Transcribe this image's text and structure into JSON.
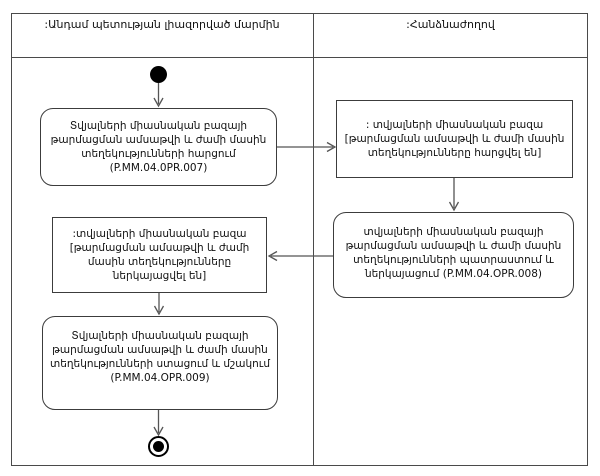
{
  "diagram": {
    "type": "uml-activity-diagram",
    "title": "",
    "swimlanes": [
      {
        "id": "lane-left",
        "label": ":Անդամ պետության լիազորված մարմին"
      },
      {
        "id": "lane-right",
        "label": ":Հանձնաժողով"
      }
    ],
    "nodes": [
      {
        "id": "initial",
        "kind": "initial-node",
        "lane": "lane-left",
        "label": ""
      },
      {
        "id": "act-1",
        "kind": "activity",
        "lane": "lane-left",
        "label": "Տվյալների միասնական բազայի թարմացման ամսաթվի և ժամի մասին տեղեկությունների հարցում (P.MM.04.0PR.007)"
      },
      {
        "id": "obj-1",
        "kind": "object-node",
        "lane": "lane-right",
        "label": ": տվյալների միասնական բազա [թարմացման ամսաթվի և ժամի մասին տեղեկությունները հարցվել են]"
      },
      {
        "id": "act-2",
        "kind": "activity",
        "lane": "lane-right",
        "label": "տվյալների միասնական բազայի թարմացման ամսաթվի և ժամի մասին տեղեկությունների պատրաստում և ներկայացում (P.MM.04.OPR.008)"
      },
      {
        "id": "obj-2",
        "kind": "object-node",
        "lane": "lane-left",
        "label": ":տվյալների միասնական բազա [թարմացման ամսաթվի և ժամի մասին տեղեկությունները ներկայացվել են]"
      },
      {
        "id": "act-3",
        "kind": "activity",
        "lane": "lane-left",
        "label": "Տվյալների միասնական բազայի թարմացման ամսաթվի և ժամի մասին տեղեկությունների ստացում և մշակում (P.MM.04.OPR.009)"
      },
      {
        "id": "final",
        "kind": "final-node",
        "lane": "lane-left",
        "label": ""
      }
    ],
    "edges": [
      {
        "from": "initial",
        "to": "act-1",
        "label": ""
      },
      {
        "from": "act-1",
        "to": "obj-1",
        "label": ""
      },
      {
        "from": "obj-1",
        "to": "act-2",
        "label": ""
      },
      {
        "from": "act-2",
        "to": "obj-2",
        "label": ""
      },
      {
        "from": "obj-2",
        "to": "act-3",
        "label": ""
      },
      {
        "from": "act-3",
        "to": "final",
        "label": ""
      }
    ],
    "colors": {
      "background": "#ffffff",
      "frame_stroke": "#4a4a4a",
      "node_stroke": "#3c3c3c",
      "edge_stroke": "#555555",
      "node_fill": "#ffffff",
      "text": "#111111",
      "terminal_fill": "#000000"
    }
  }
}
